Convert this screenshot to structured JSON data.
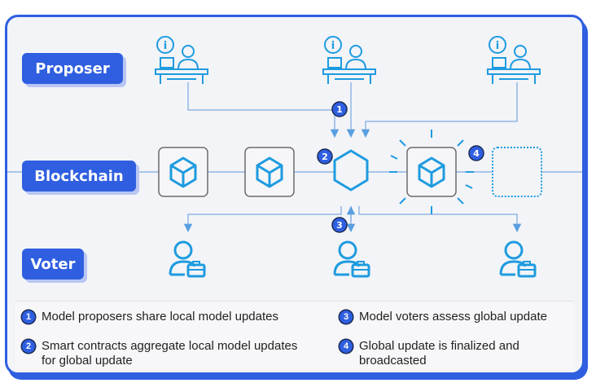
{
  "roles": {
    "proposer": "Proposer",
    "blockchain": "Blockchain",
    "voter": "Voter"
  },
  "steps": {
    "one": "1",
    "two": "2",
    "three": "3",
    "four": "4"
  },
  "legend": {
    "item1": "Model proposers share local model updates",
    "item2": "Smart contracts aggregate local model updates for global update",
    "item3": "Model voters assess global update",
    "item4": "Global update is finalized and broadcasted"
  },
  "colors": {
    "accent": "#2f5fe0",
    "icon": "#1e9be0",
    "line": "#8fb7e6"
  }
}
